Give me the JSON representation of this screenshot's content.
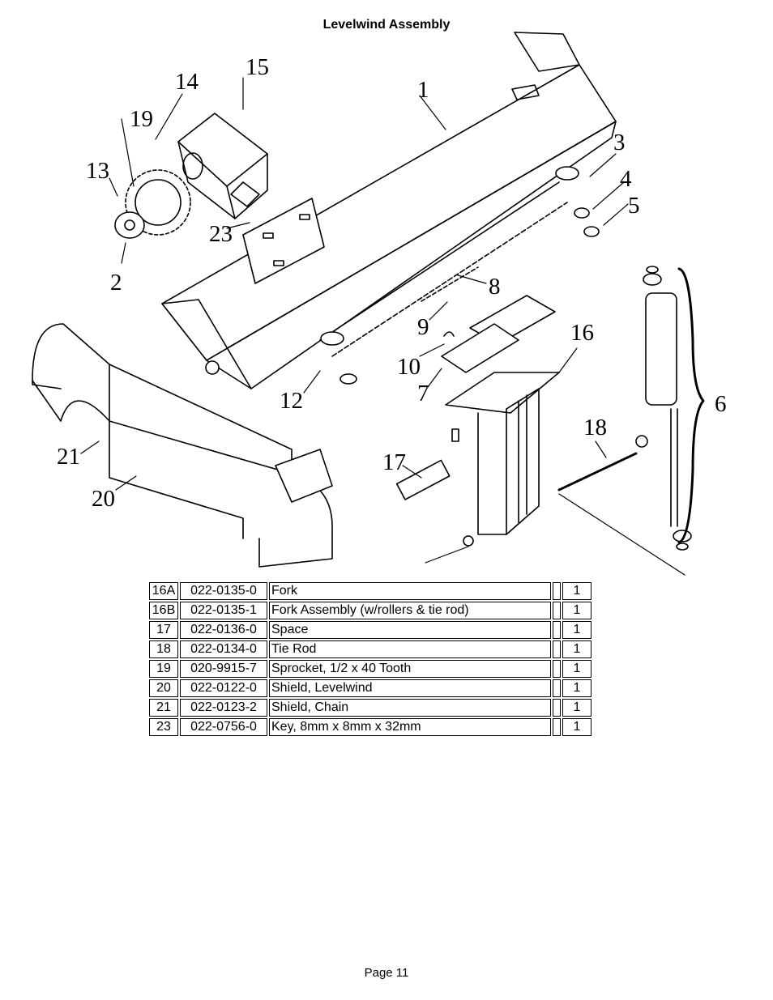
{
  "header": {
    "title": "Levelwind Assembly"
  },
  "diagram": {
    "callouts": [
      "1",
      "2",
      "3",
      "4",
      "5",
      "6",
      "7",
      "8",
      "9",
      "10",
      "12",
      "13",
      "14",
      "15",
      "16",
      "17",
      "18",
      "19",
      "20",
      "21",
      "23"
    ]
  },
  "parts_table": {
    "rows": [
      {
        "item": "16A",
        "part_no": "022-0135-0",
        "description": "Fork",
        "qty": "1"
      },
      {
        "item": "16B",
        "part_no": "022-0135-1",
        "description": "Fork Assembly (w/rollers & tie rod)",
        "qty": "1"
      },
      {
        "item": "17",
        "part_no": "022-0136-0",
        "description": "Space",
        "qty": "1"
      },
      {
        "item": "18",
        "part_no": "022-0134-0",
        "description": "Tie Rod",
        "qty": "1"
      },
      {
        "item": "19",
        "part_no": "020-9915-7",
        "description": "Sprocket, 1/2 x 40 Tooth",
        "qty": "1"
      },
      {
        "item": "20",
        "part_no": "022-0122-0",
        "description": "Shield, Levelwind",
        "qty": "1"
      },
      {
        "item": "21",
        "part_no": "022-0123-2",
        "description": "Shield, Chain",
        "qty": "1"
      },
      {
        "item": "23",
        "part_no": "022-0756-0",
        "description": "Key, 8mm x 8mm x 32mm",
        "qty": "1"
      }
    ]
  },
  "footer": {
    "page": "Page 11"
  }
}
